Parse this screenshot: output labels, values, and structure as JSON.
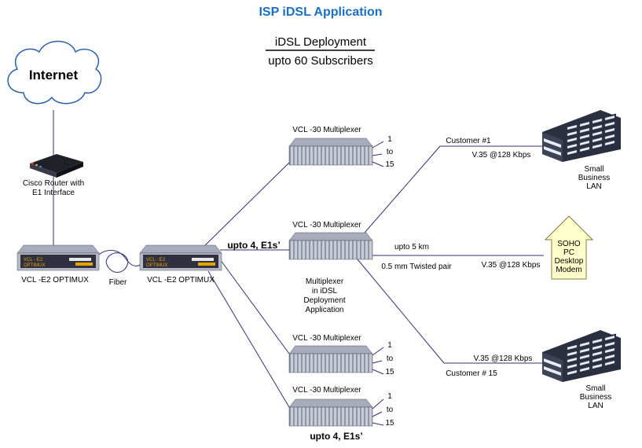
{
  "title": "ISP iDSL Application",
  "subtitle_line1": "iDSL Deployment",
  "subtitle_line2": "upto 60 Subscribers",
  "colors": {
    "title": "#1a6fc4",
    "device_body": "#b4bac8",
    "optimux_panel": "#303040",
    "led_amber": "#e6a400",
    "soho_fill": "#ffffcc",
    "building": "#2a3040"
  },
  "internet": {
    "label": "Internet"
  },
  "router": {
    "label_line1": "Cisco Router with",
    "label_line2": "E1 Interface"
  },
  "optimux_left": {
    "label": "VCL -E2 OPTIMUX",
    "panel_line1": "VCL - E2",
    "panel_line2": "OPTIMUX"
  },
  "optimux_right": {
    "label": "VCL -E2 OPTIMUX",
    "panel_line1": "VCL - E2",
    "panel_line2": "OPTIMUX"
  },
  "fiber_label": "Fiber",
  "multiplexers": [
    {
      "label": "VCL -30 Multiplexer",
      "port_first": "1",
      "port_to": "to",
      "port_last": "15"
    },
    {
      "label": "VCL -30 Multiplexer"
    },
    {
      "label": "VCL -30 Multiplexer",
      "port_first": "1",
      "port_to": "to",
      "port_last": "15"
    },
    {
      "label": "VCL -30 Multiplexer",
      "port_first": "1",
      "port_to": "to",
      "port_last": "15"
    }
  ],
  "e1_label_top": "upto 4, E1s’",
  "e1_label_bottom": "upto 4, E1s’",
  "mux_note": [
    "Multiplexer",
    "in iDSL",
    "Deployment",
    "Application"
  ],
  "customer1": {
    "label": "Customer #1",
    "speed": "V.35 @128 Kbps"
  },
  "customer15": {
    "label": "Customer # 15",
    "speed": "V.35 @128 Kbps"
  },
  "soho_link": {
    "distance": "upto 5 km",
    "cable": "0.5 mm Twisted pair",
    "speed": "V.35 @128 Kbps"
  },
  "soho": {
    "lines": [
      "SOHO",
      "PC",
      "Desktop",
      "Modem"
    ]
  },
  "small_business_top": {
    "lines": [
      "Small",
      "Business",
      "LAN"
    ]
  },
  "small_business_bottom": {
    "lines": [
      "Small",
      "Business",
      "LAN"
    ]
  }
}
